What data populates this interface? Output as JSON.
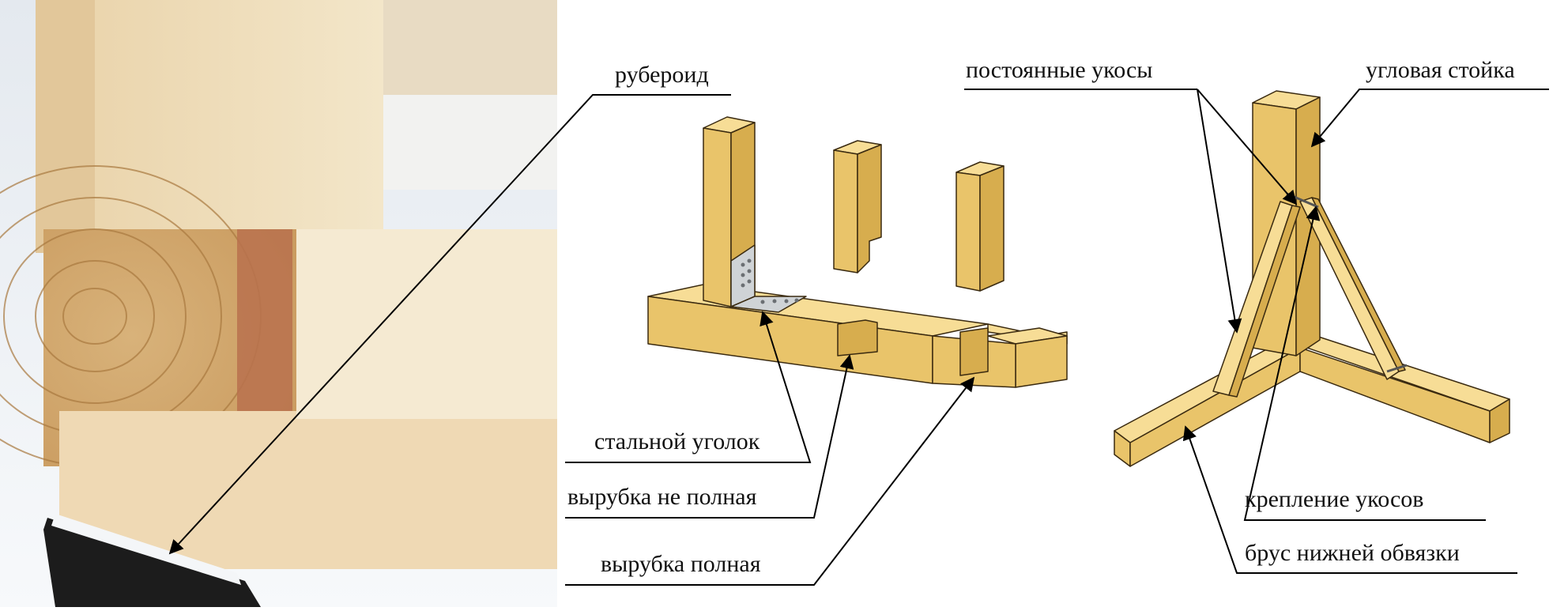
{
  "labels": {
    "ruberoid": "рубероид",
    "steel_angle": "стальной уголок",
    "notch_partial": "вырубка не полная",
    "notch_full": "вырубка полная",
    "permanent_braces": "постоянные укосы",
    "corner_post": "угловая стойка",
    "brace_fastening": "крепление укосов",
    "bottom_beam": "брус нижней обвязки"
  },
  "colors": {
    "wood_top": "#f7dd96",
    "wood_front": "#e9c46a",
    "wood_side": "#d7ad4e",
    "outline": "#3a2a10",
    "steel": "#cfd3d6",
    "snow": "#eef1f4",
    "line": "#000000"
  }
}
